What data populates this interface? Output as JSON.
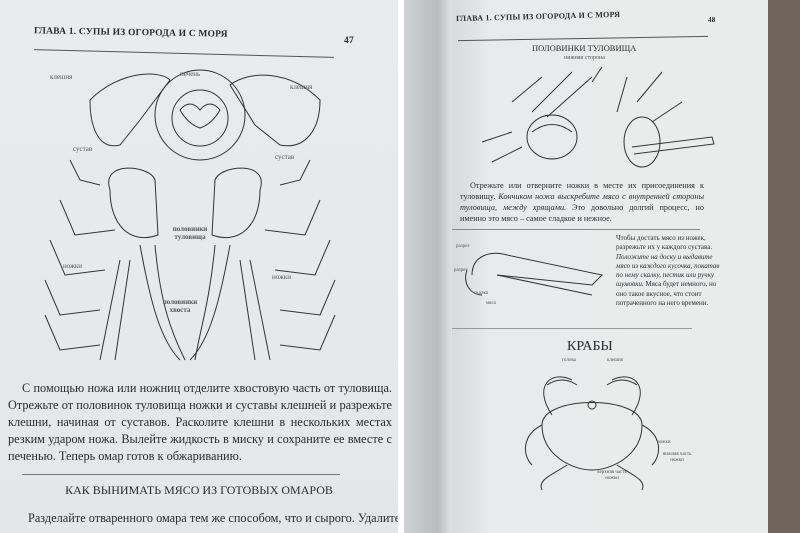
{
  "left_page": {
    "header": "ГЛАВА 1. СУПЫ ИЗ ОГОРОДА И С МОРЯ",
    "page_number": "47",
    "diagram_labels": {
      "claw_left": "клешня",
      "liver": "печень",
      "claw_right": "клешня",
      "joint_left": "сустав",
      "joint_right": "сустав",
      "body_halves": "половинки туловища",
      "legs_left": "ножки",
      "legs_right": "ножки",
      "tail_halves": "половинки хвоста"
    },
    "paragraph": "С помощью ножа или ножниц отделите хвостовую часть от туловища. Отрежьте от половинок туловища ножки и суставы клешней и разрежьте клешни, начиная от суставов. Расколите клешни в нескольких местах резким ударом ножа. Вылейте жидкость в миску и сохраните ее вместе с печенью. Теперь омар готов к обжариванию.",
    "section_heading": "КАК ВЫНИМАТЬ МЯСО ИЗ ГОТОВЫХ ОМАРОВ",
    "paragraph2": "Разделайте отваренного омара тем же способом, что и сырого. Удалите"
  },
  "right_page": {
    "header": "ГЛАВА 1. СУПЫ ИЗ ОГОРОДА И С МОРЯ",
    "page_number": "48",
    "figure_title": "ПОЛОВИНКИ ТУЛОВИЩА",
    "figure_subtitle": "нижняя сторона",
    "paragraph_normal": "Отрежьте или отверните ножки в месте их присоединения к туловищу.",
    "paragraph_italic": "Кончиком ножа выскребите мясо с внутренней стороны туловища, между хрящами.",
    "paragraph_end": "Это довольно долгий процесс, но именно это мясо – самое сладкое и нежное.",
    "leg_labels": {
      "cut1": "разрез",
      "cut2": "разрез",
      "rolling_pin": "скалка",
      "meat": "мясо"
    },
    "side_text_normal": "Чтобы достать мясо из ножек, разрежьте их у каждого сустава.",
    "side_text_italic": "Положите на доску и выдавите мясо из каждого кусочка, покатав по нему скалку, пестик или ручку шумовки.",
    "side_text_end": "Мяса будет немного, но оно такое вкусное, что стоит потраченного на него времени.",
    "crab_title": "КРАБЫ",
    "crab_labels": {
      "head": "голова",
      "claw": "клешня",
      "legs": "ножки",
      "lower_leg": "нижняя часть ножки",
      "upper_leg": "верхняя часть ножки"
    }
  }
}
